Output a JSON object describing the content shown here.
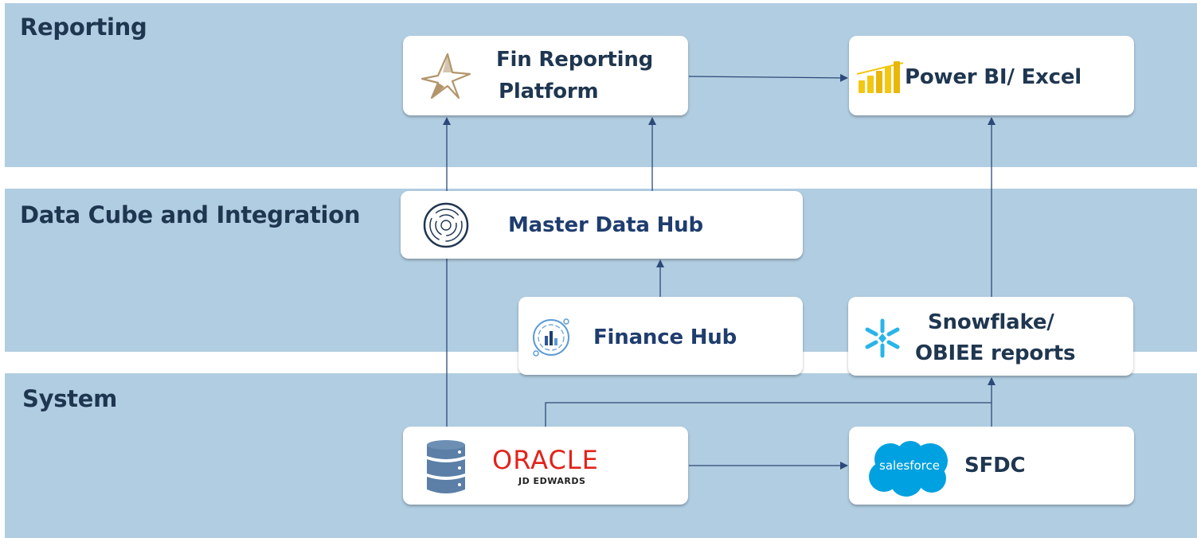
{
  "layers": {
    "reporting": "Reporting",
    "data_cube": "Data Cube and Integration",
    "system": "System"
  },
  "nodes": {
    "fin_reporting": {
      "line1": "Fin Reporting",
      "line2": "Platform",
      "icon": "star-logo-icon"
    },
    "power_bi": {
      "label": "Power BI/ Excel",
      "icon": "power-bi-icon"
    },
    "master_data_hub": {
      "label": "Master Data Hub",
      "icon": "concentric-circles-icon"
    },
    "finance_hub": {
      "label": "Finance Hub",
      "icon": "finance-chart-icon"
    },
    "snowflake": {
      "line1": "Snowflake/",
      "line2": "OBIEE reports",
      "icon": "snowflake-icon"
    },
    "oracle_jde": {
      "logo_text": "ORACLE",
      "sub_text": "JD EDWARDS",
      "icon": "database-icon"
    },
    "sfdc": {
      "label": "SFDC",
      "logo_text": "salesforce",
      "icon": "salesforce-cloud-icon"
    }
  },
  "edges": [
    {
      "from": "oracle_jde",
      "to": "fin_reporting"
    },
    {
      "from": "master_data_hub",
      "to": "fin_reporting"
    },
    {
      "from": "finance_hub",
      "to": "master_data_hub"
    },
    {
      "from": "fin_reporting",
      "to": "power_bi"
    },
    {
      "from": "snowflake",
      "to": "power_bi"
    },
    {
      "from": "oracle_jde",
      "to": "snowflake"
    },
    {
      "from": "sfdc",
      "to": "snowflake"
    },
    {
      "from": "oracle_jde",
      "to": "sfdc"
    }
  ],
  "colors": {
    "band": "#b1cde1",
    "label_text": "#1f3650",
    "connector": "#2c4a78",
    "oracle_red": "#e2231a",
    "power_bi_yellow": "#f2c811",
    "salesforce_blue": "#00a1e0",
    "snowflake_blue": "#29b5e8",
    "star_gold": "#b3956b"
  }
}
